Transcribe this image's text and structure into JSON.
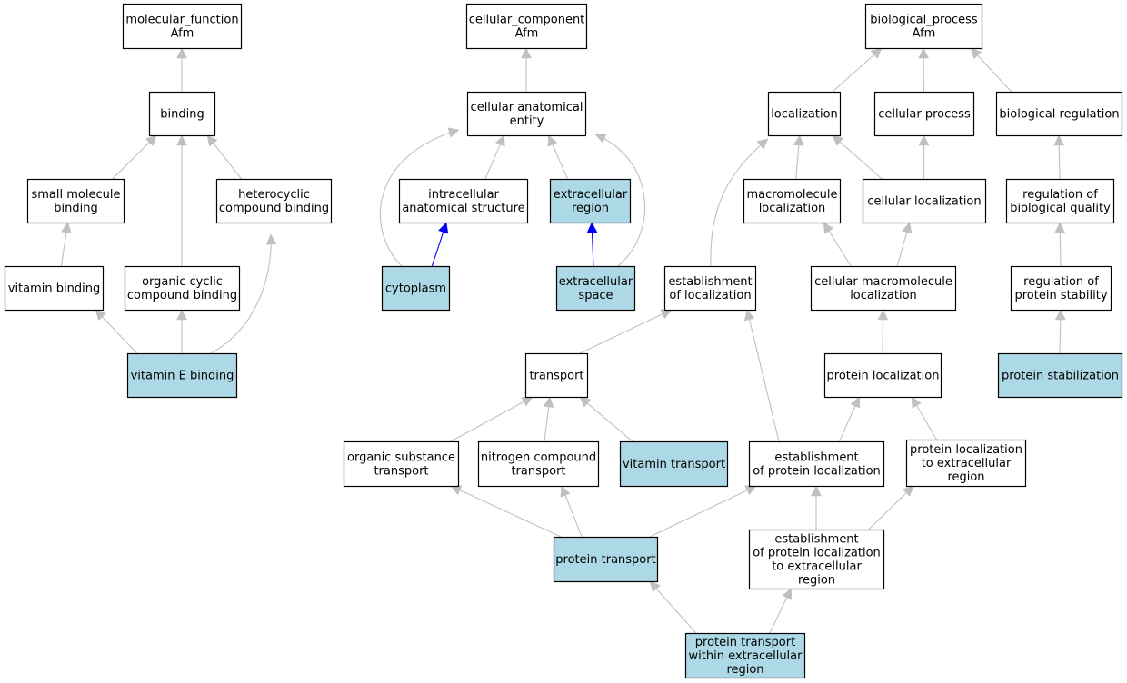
{
  "colors": {
    "node_fill": "#ffffff",
    "highlight_fill": "#add8e6",
    "node_stroke": "#000000",
    "edge_gray": "#c0c0c0",
    "edge_blue": "#0000ff"
  },
  "nodes": [
    {
      "id": "molecular_function",
      "lines": [
        "molecular_function",
        "Afm"
      ],
      "highlight": false
    },
    {
      "id": "binding",
      "lines": [
        "binding"
      ],
      "highlight": false
    },
    {
      "id": "small_molecule_binding",
      "lines": [
        "small molecule",
        "binding"
      ],
      "highlight": false
    },
    {
      "id": "heterocyclic_compound_binding",
      "lines": [
        "heterocyclic",
        "compound binding"
      ],
      "highlight": false
    },
    {
      "id": "vitamin_binding",
      "lines": [
        "vitamin binding"
      ],
      "highlight": false
    },
    {
      "id": "organic_cyclic_compound_binding",
      "lines": [
        "organic cyclic",
        "compound binding"
      ],
      "highlight": false
    },
    {
      "id": "vitamin_e_binding",
      "lines": [
        "vitamin E binding"
      ],
      "highlight": true
    },
    {
      "id": "cellular_component",
      "lines": [
        "cellular_component",
        "Afm"
      ],
      "highlight": false
    },
    {
      "id": "cellular_anatomical_entity",
      "lines": [
        "cellular anatomical",
        "entity"
      ],
      "highlight": false
    },
    {
      "id": "intracellular_anatomical_structure",
      "lines": [
        "intracellular",
        "anatomical structure"
      ],
      "highlight": false
    },
    {
      "id": "extracellular_region",
      "lines": [
        "extracellular",
        "region"
      ],
      "highlight": true
    },
    {
      "id": "cytoplasm",
      "lines": [
        "cytoplasm"
      ],
      "highlight": true
    },
    {
      "id": "extracellular_space",
      "lines": [
        "extracellular",
        "space"
      ],
      "highlight": true
    },
    {
      "id": "biological_process",
      "lines": [
        "biological_process",
        "Afm"
      ],
      "highlight": false
    },
    {
      "id": "localization",
      "lines": [
        "localization"
      ],
      "highlight": false
    },
    {
      "id": "cellular_process",
      "lines": [
        "cellular process"
      ],
      "highlight": false
    },
    {
      "id": "biological_regulation",
      "lines": [
        "biological regulation"
      ],
      "highlight": false
    },
    {
      "id": "macromolecule_localization",
      "lines": [
        "macromolecule",
        "localization"
      ],
      "highlight": false
    },
    {
      "id": "cellular_localization",
      "lines": [
        "cellular localization"
      ],
      "highlight": false
    },
    {
      "id": "regulation_of_biological_quality",
      "lines": [
        "regulation of",
        "biological quality"
      ],
      "highlight": false
    },
    {
      "id": "establishment_of_localization",
      "lines": [
        "establishment",
        "of localization"
      ],
      "highlight": false
    },
    {
      "id": "cellular_macromolecule_localization",
      "lines": [
        "cellular macromolecule",
        "localization"
      ],
      "highlight": false
    },
    {
      "id": "regulation_of_protein_stability",
      "lines": [
        "regulation of",
        "protein stability"
      ],
      "highlight": false
    },
    {
      "id": "transport",
      "lines": [
        "transport"
      ],
      "highlight": false
    },
    {
      "id": "protein_localization",
      "lines": [
        "protein localization"
      ],
      "highlight": false
    },
    {
      "id": "protein_stabilization",
      "lines": [
        "protein stabilization"
      ],
      "highlight": true
    },
    {
      "id": "organic_substance_transport",
      "lines": [
        "organic substance",
        "transport"
      ],
      "highlight": false
    },
    {
      "id": "nitrogen_compound_transport",
      "lines": [
        "nitrogen compound",
        "transport"
      ],
      "highlight": false
    },
    {
      "id": "vitamin_transport",
      "lines": [
        "vitamin transport"
      ],
      "highlight": true
    },
    {
      "id": "establishment_of_protein_localization",
      "lines": [
        "establishment",
        "of protein localization"
      ],
      "highlight": false
    },
    {
      "id": "protein_localization_to_extracellular_region",
      "lines": [
        "protein localization",
        "to extracellular",
        "region"
      ],
      "highlight": false
    },
    {
      "id": "protein_transport",
      "lines": [
        "protein transport"
      ],
      "highlight": true
    },
    {
      "id": "establishment_of_protein_localization_to_extracellular_region",
      "lines": [
        "establishment",
        "of protein localization",
        "to extracellular",
        "region"
      ],
      "highlight": false
    },
    {
      "id": "protein_transport_within_extracellular_region",
      "lines": [
        "protein transport",
        "within extracellular",
        "region"
      ],
      "highlight": true
    }
  ],
  "edges": [
    {
      "from": "binding",
      "to": "molecular_function",
      "kind": "is_a"
    },
    {
      "from": "small_molecule_binding",
      "to": "binding",
      "kind": "is_a"
    },
    {
      "from": "organic_cyclic_compound_binding",
      "to": "binding",
      "kind": "is_a"
    },
    {
      "from": "heterocyclic_compound_binding",
      "to": "binding",
      "kind": "is_a"
    },
    {
      "from": "vitamin_binding",
      "to": "small_molecule_binding",
      "kind": "is_a"
    },
    {
      "from": "vitamin_e_binding",
      "to": "vitamin_binding",
      "kind": "is_a"
    },
    {
      "from": "vitamin_e_binding",
      "to": "organic_cyclic_compound_binding",
      "kind": "is_a"
    },
    {
      "from": "vitamin_e_binding",
      "to": "heterocyclic_compound_binding",
      "kind": "is_a"
    },
    {
      "from": "cellular_anatomical_entity",
      "to": "cellular_component",
      "kind": "is_a"
    },
    {
      "from": "intracellular_anatomical_structure",
      "to": "cellular_anatomical_entity",
      "kind": "is_a"
    },
    {
      "from": "extracellular_region",
      "to": "cellular_anatomical_entity",
      "kind": "is_a"
    },
    {
      "from": "cytoplasm",
      "to": "cellular_anatomical_entity",
      "kind": "is_a"
    },
    {
      "from": "extracellular_space",
      "to": "cellular_anatomical_entity",
      "kind": "is_a"
    },
    {
      "from": "cytoplasm",
      "to": "intracellular_anatomical_structure",
      "kind": "part_of"
    },
    {
      "from": "extracellular_space",
      "to": "extracellular_region",
      "kind": "part_of"
    },
    {
      "from": "localization",
      "to": "biological_process",
      "kind": "is_a"
    },
    {
      "from": "cellular_process",
      "to": "biological_process",
      "kind": "is_a"
    },
    {
      "from": "biological_regulation",
      "to": "biological_process",
      "kind": "is_a"
    },
    {
      "from": "macromolecule_localization",
      "to": "localization",
      "kind": "is_a"
    },
    {
      "from": "cellular_localization",
      "to": "localization",
      "kind": "is_a"
    },
    {
      "from": "cellular_localization",
      "to": "cellular_process",
      "kind": "is_a"
    },
    {
      "from": "establishment_of_localization",
      "to": "localization",
      "kind": "is_a"
    },
    {
      "from": "regulation_of_biological_quality",
      "to": "biological_regulation",
      "kind": "is_a"
    },
    {
      "from": "cellular_macromolecule_localization",
      "to": "macromolecule_localization",
      "kind": "is_a"
    },
    {
      "from": "cellular_macromolecule_localization",
      "to": "cellular_localization",
      "kind": "is_a"
    },
    {
      "from": "regulation_of_protein_stability",
      "to": "regulation_of_biological_quality",
      "kind": "is_a"
    },
    {
      "from": "transport",
      "to": "establishment_of_localization",
      "kind": "is_a"
    },
    {
      "from": "protein_localization",
      "to": "cellular_macromolecule_localization",
      "kind": "is_a"
    },
    {
      "from": "protein_stabilization",
      "to": "regulation_of_protein_stability",
      "kind": "is_a"
    },
    {
      "from": "organic_substance_transport",
      "to": "transport",
      "kind": "is_a"
    },
    {
      "from": "nitrogen_compound_transport",
      "to": "transport",
      "kind": "is_a"
    },
    {
      "from": "vitamin_transport",
      "to": "transport",
      "kind": "is_a"
    },
    {
      "from": "establishment_of_protein_localization",
      "to": "establishment_of_localization",
      "kind": "is_a"
    },
    {
      "from": "establishment_of_protein_localization",
      "to": "protein_localization",
      "kind": "is_a"
    },
    {
      "from": "protein_localization_to_extracellular_region",
      "to": "protein_localization",
      "kind": "is_a"
    },
    {
      "from": "protein_transport",
      "to": "organic_substance_transport",
      "kind": "is_a"
    },
    {
      "from": "protein_transport",
      "to": "nitrogen_compound_transport",
      "kind": "is_a"
    },
    {
      "from": "protein_transport",
      "to": "establishment_of_protein_localization",
      "kind": "is_a"
    },
    {
      "from": "establishment_of_protein_localization_to_extracellular_region",
      "to": "establishment_of_protein_localization",
      "kind": "is_a"
    },
    {
      "from": "establishment_of_protein_localization_to_extracellular_region",
      "to": "protein_localization_to_extracellular_region",
      "kind": "is_a"
    },
    {
      "from": "protein_transport_within_extracellular_region",
      "to": "protein_transport",
      "kind": "is_a"
    },
    {
      "from": "protein_transport_within_extracellular_region",
      "to": "establishment_of_protein_localization_to_extracellular_region",
      "kind": "is_a"
    }
  ]
}
